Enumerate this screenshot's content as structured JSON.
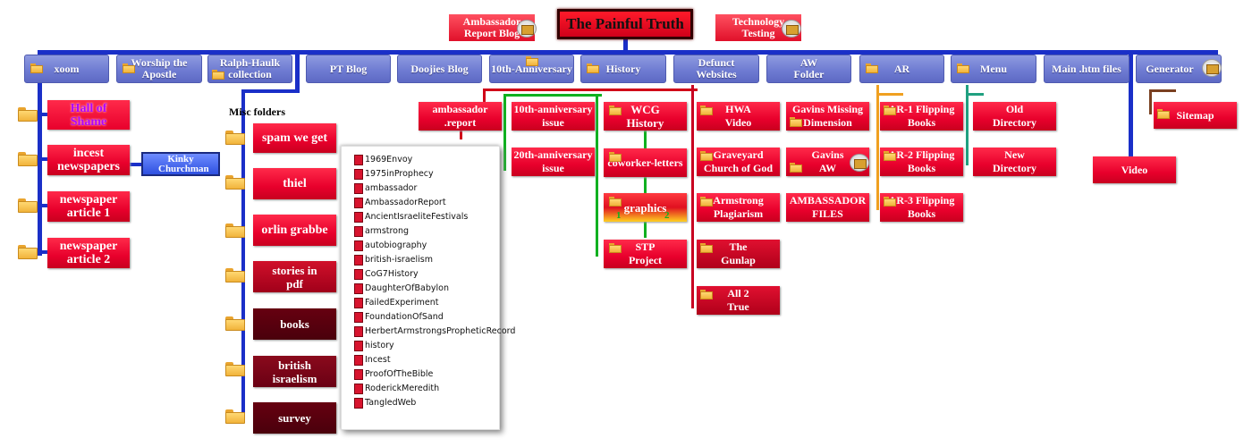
{
  "title": "The Painful Truth",
  "top_buttons": {
    "ambassador": "Ambassador Report Blog",
    "technology": "Technology Testing"
  },
  "nav": {
    "xoom": "xoom",
    "worship": "Worship the Apostle",
    "ralph": "Ralph-Haulk collection",
    "ptblog": "PT Blog",
    "doojies": "Doojies Blog",
    "tenth": "10th-Anniversary",
    "history": "History",
    "defunct": "Defunct Websites",
    "aw": "AW Folder",
    "ar": "AR",
    "menu": "Menu",
    "mainhtm": "Main .htm files",
    "generator": "Generator"
  },
  "xoom_items": [
    "Hall of Shame",
    "incest newspapers",
    "newspaper article 1",
    "newspaper article 2"
  ],
  "kinky": "Kinky Churchman",
  "misc_label": "Misc folders",
  "misc_items": [
    "spam we get",
    "thiel",
    "orlin grabbe",
    "stories in pdf",
    "books",
    "british israelism",
    "survey"
  ],
  "files": [
    "1969Envoy",
    "1975inProphecy",
    "ambassador",
    "AmbassadorReport",
    "AncientIsraeliteFestivals",
    "armstrong",
    "autobiography",
    "british-israelism",
    "CoG7History",
    "DaughterOfBabylon",
    "FailedExperiment",
    "FoundationOfSand",
    "HerbertArmstrongsPropheticRecord",
    "history",
    "Incest",
    "ProofOfTheBible",
    "RoderickMeredith",
    "TangledWeb"
  ],
  "history": {
    "ambassador_report": "ambassador .report",
    "tenth_issue": "10th-anniversary issue",
    "twentieth_issue": "20th-anniversary issue",
    "wcg": "WCG History",
    "coworker": "coworker-letters",
    "graphics": "graphics",
    "graphics_1": "1",
    "graphics_2": "2",
    "stp": "STP Project"
  },
  "defunct_items": [
    "HWA Video",
    "Graveyard Church of God",
    "Armstrong Plagiarism",
    "The Gunlap",
    "All 2 True"
  ],
  "aw_items": [
    "Gavins Missing Dimension",
    "Gavins AW",
    "AMBASSADOR FILES"
  ],
  "ar_items": [
    "AR-1 Flipping Books",
    "AR-2 Flipping Books",
    "AR-3 Flipping Books"
  ],
  "menu_items": [
    "Old Directory",
    "New Directory"
  ],
  "video": "Video",
  "sitemap": "Sitemap",
  "colors": {
    "line_blue": "#1a2fc8",
    "red": "#e8002c",
    "green": "#10b020",
    "orange": "#f0a020",
    "teal": "#20a080"
  }
}
